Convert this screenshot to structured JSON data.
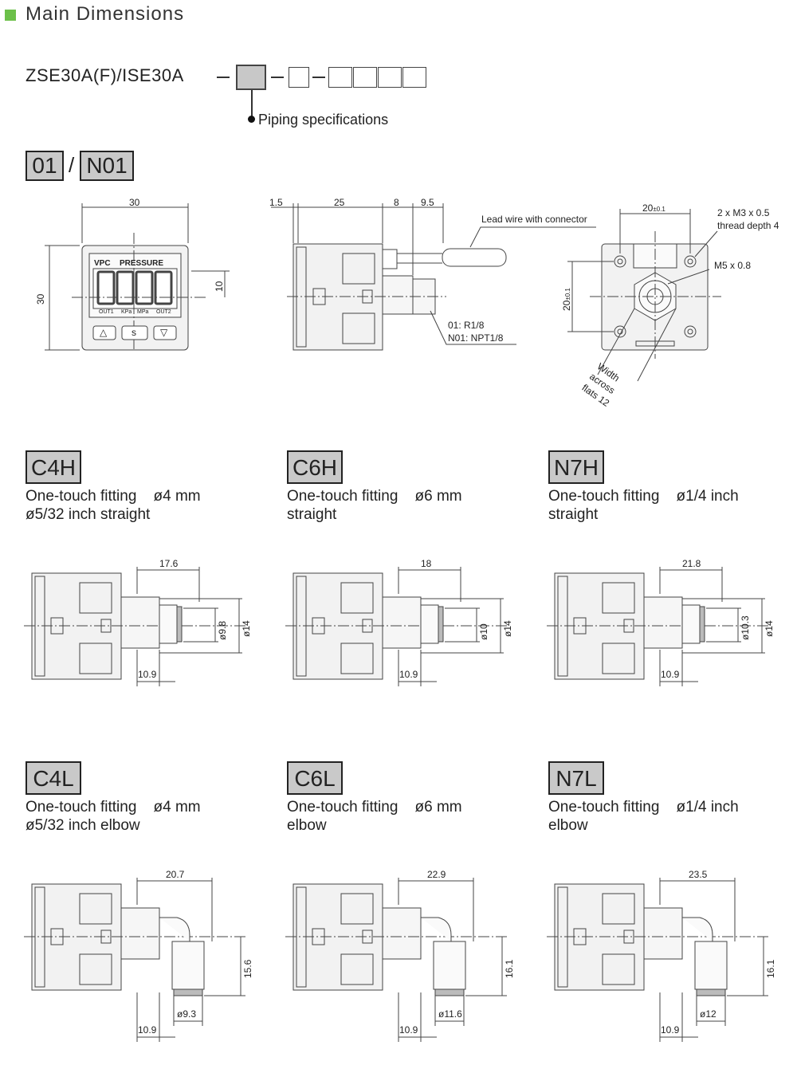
{
  "header": {
    "title": "Main Dimensions",
    "model_prefix": "ZSE30A(F)/ISE30A",
    "piping_label": "Piping specifications"
  },
  "codes": {
    "c01": "01",
    "separator": "/",
    "cN01": "N01"
  },
  "top_view": {
    "front": {
      "width": "30",
      "height": "30",
      "center": "10",
      "display_brand": "VPC",
      "display_word": "PRESSURE",
      "out1": "OUT1",
      "kpa": "KPa",
      "mpa": "MPa",
      "out2": "OUT2",
      "btn_up": "△",
      "btn_s": "s",
      "btn_down": "▽"
    },
    "side": {
      "d1": "1.5",
      "d2": "25",
      "d3": "8",
      "d4": "9.5",
      "lead_wire": "Lead wire with connector",
      "thread1": "01: R1/8",
      "thread2": "N01: NPT1/8"
    },
    "back": {
      "width": "20",
      "width_tol": "±0.1",
      "height": "20",
      "height_tol": "±0.1",
      "screw": "2 x M3 x 0.5",
      "screw_depth": "thread depth 4",
      "port": "M5 x 0.8",
      "flats_1": "Width",
      "flats_2": "across",
      "flats_3": "flats 12"
    }
  },
  "variants": [
    {
      "code": "C4H",
      "line1": "One-touch fitting    ø4 mm",
      "line2": "ø5/32 inch straight",
      "len": "17.6",
      "inner": "ø9.8",
      "outer": "ø14",
      "base": "10.9"
    },
    {
      "code": "C6H",
      "line1": "One-touch fitting    ø6 mm",
      "line2": "straight",
      "len": "18",
      "inner": "ø10",
      "outer": "ø14",
      "base": "10.9"
    },
    {
      "code": "N7H",
      "line1": "One-touch fitting    ø1/4 inch",
      "line2": "straight",
      "len": "21.8",
      "inner": "ø10.3",
      "outer": "ø14",
      "base": "10.9"
    },
    {
      "code": "C4L",
      "line1": "One-touch fitting    ø4 mm",
      "line2": "ø5/32 inch elbow",
      "len": "20.7",
      "height": "15.6",
      "dia": "ø9.3",
      "base": "10.9"
    },
    {
      "code": "C6L",
      "line1": "One-touch fitting    ø6 mm",
      "line2": "elbow",
      "len": "22.9",
      "height": "16.1",
      "dia": "ø11.6",
      "base": "10.9"
    },
    {
      "code": "N7L",
      "line1": "One-touch fitting    ø1/4 inch",
      "line2": "elbow",
      "len": "23.5",
      "height": "16.1",
      "dia": "ø12",
      "base": "10.9"
    }
  ]
}
